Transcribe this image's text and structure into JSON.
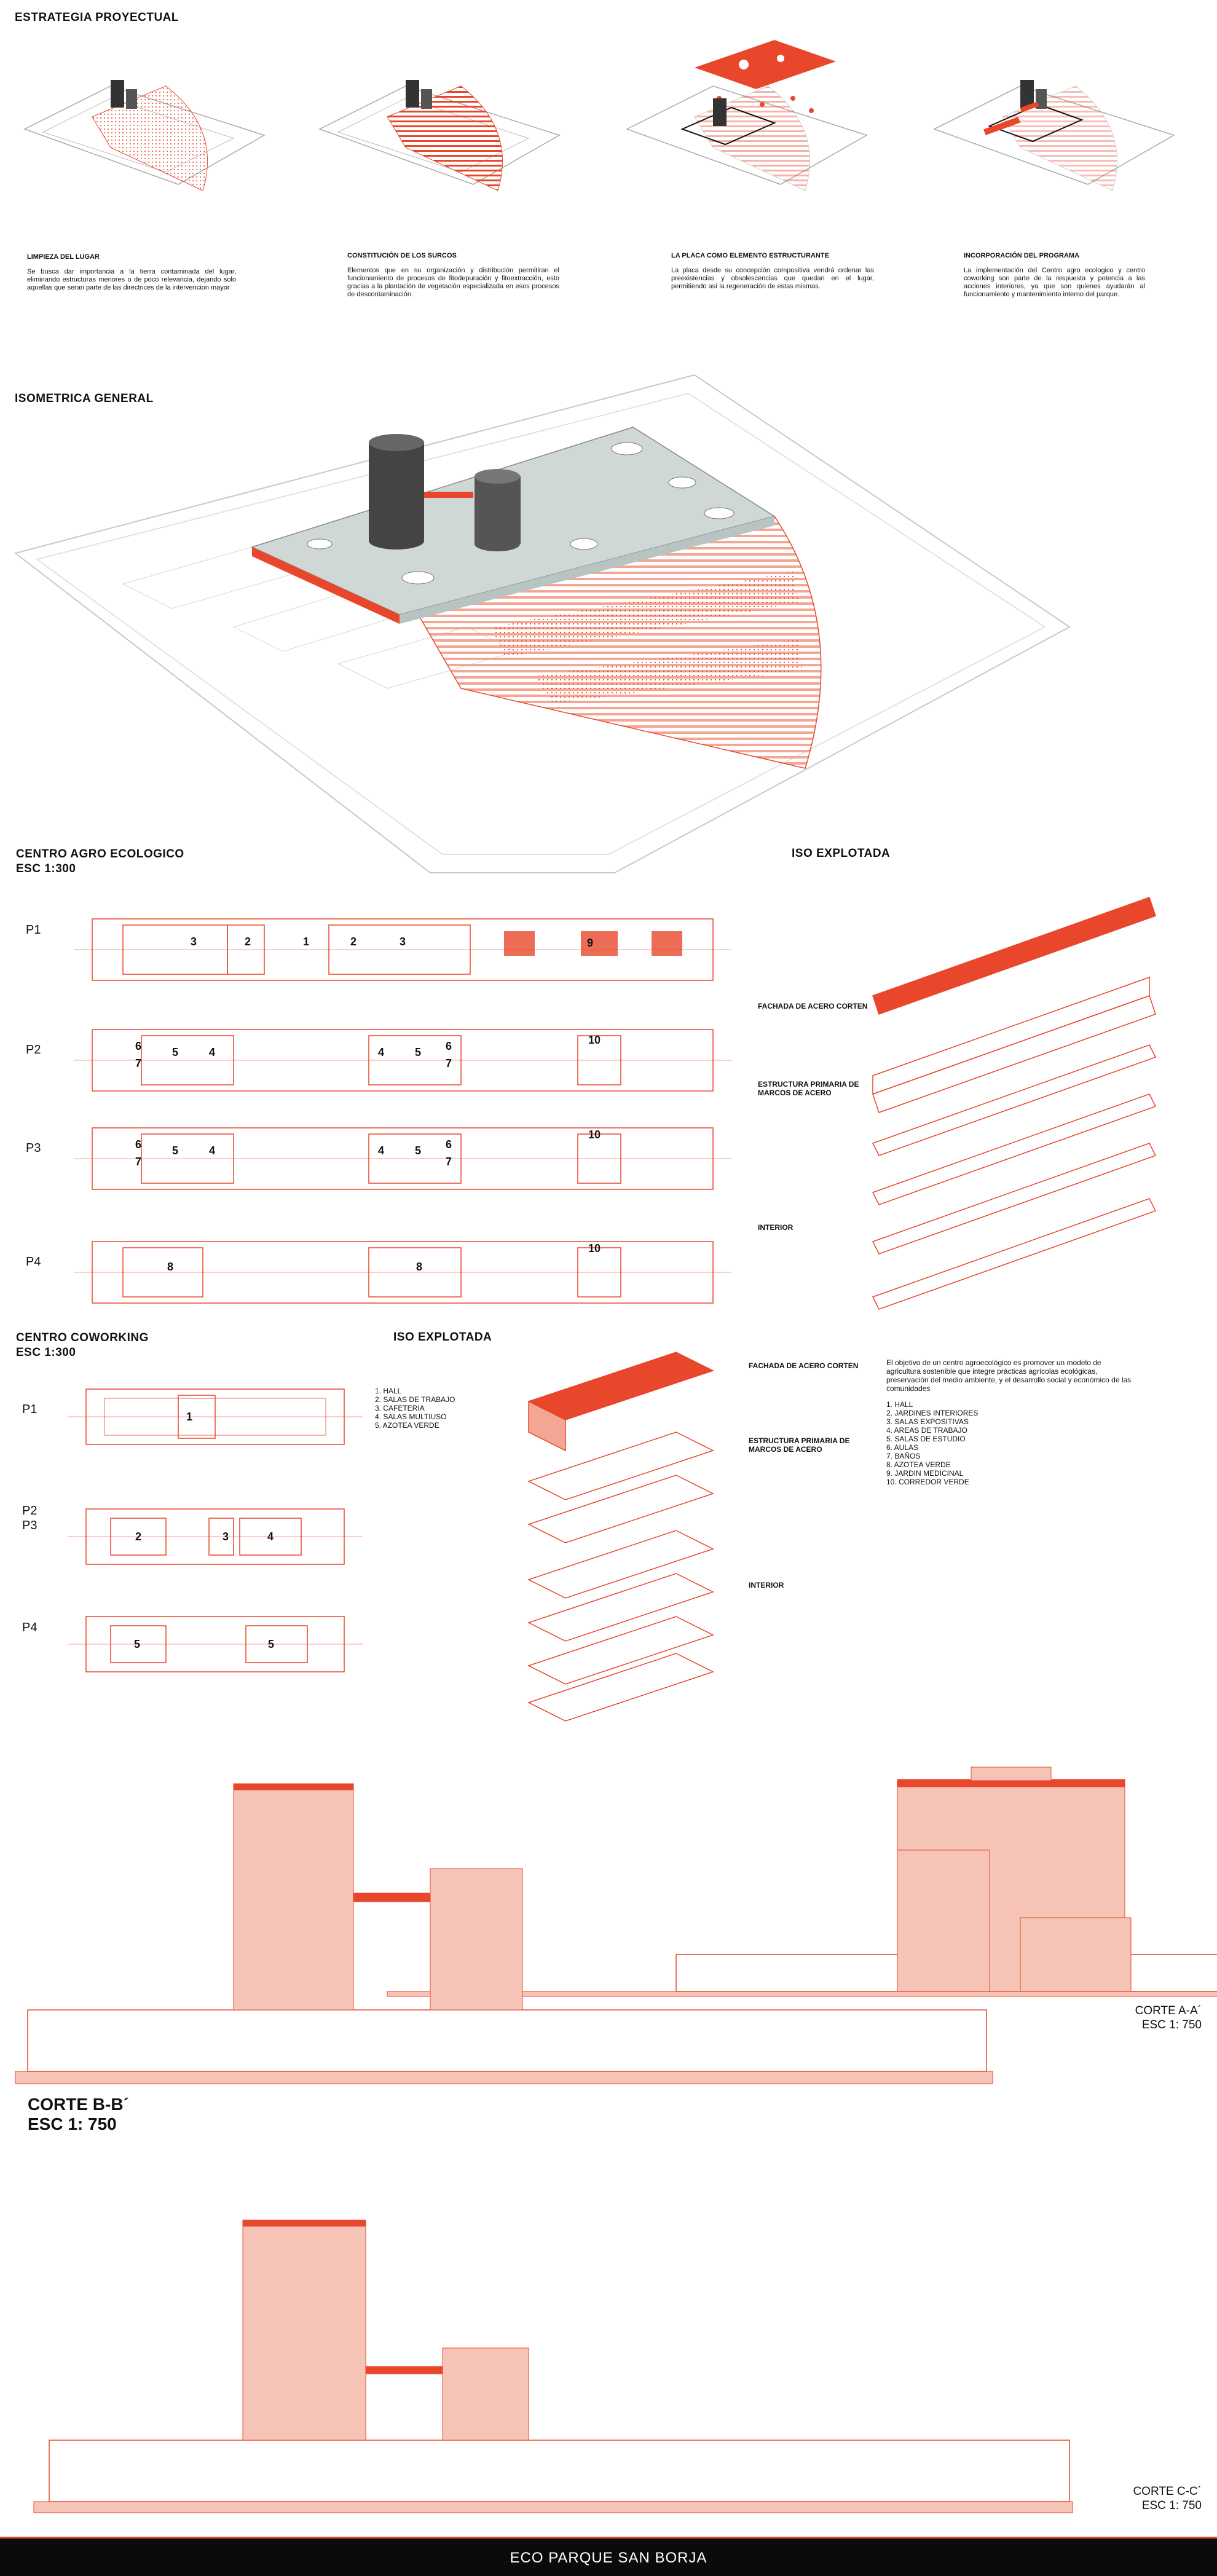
{
  "strategy": {
    "title": "ESTRATEGIA PROYECTUAL",
    "panels": [
      {
        "heading": "LIMPIEZA DEL LUGAR",
        "text": "Se busca dar importancia a la tierra contaminada del lugar, eliminando estructuras menores o de poco relevancia, dejando solo aquellas que seran parte de las directrices de la intervencion mayor"
      },
      {
        "heading": "CONSTITUCIÓN DE LOS SURCOS",
        "text": "Elementos que en su organización y distribución permitiran el funcionamiento de procesos de fitodepuración y fitoextracción, esto gracias a la plantación de vegetación especializada en esos procesos de descontaminación."
      },
      {
        "heading": "LA PLACA COMO ELEMENTO ESTRUCTURANTE",
        "text": "La placa desde su concepción compositiva vendrá ordenar las preexistencias y obsolescencias que quedan en el lugar, permitiendo así la regeneración de estas mismas."
      },
      {
        "heading": "INCORPORACIÓN DEL PROGRAMA",
        "text": "La implementación del Centro agro ecologico y centro coworking son parte de la respuesta y potencia a las acciones interiores, ya que son quienes ayudarán al funcionamiento y mantenimiento interno del parque."
      }
    ]
  },
  "isometric": {
    "title": "ISOMETRICA GENERAL"
  },
  "agro": {
    "title_line1": "CENTRO AGRO ECOLOGICO",
    "title_line2": "ESC 1:300",
    "floors": [
      "P1",
      "P2",
      "P3",
      "P4"
    ],
    "iso_title": "ISO EXPLOTADA",
    "captions": {
      "facade": "FACHADA DE ACERO CORTEN",
      "structure_line1": "ESTRUCTURA PRIMARIA DE",
      "structure_line2": "MARCOS DE ACERO",
      "interior": "INTERIOR"
    },
    "room_numbers": {
      "p1": [
        "3",
        "2",
        "1",
        "2",
        "3",
        "9"
      ],
      "p2": [
        "6",
        "5",
        "7",
        "4",
        "4",
        "5",
        "6",
        "7",
        "10"
      ],
      "p3": [
        "6",
        "5",
        "7",
        "4",
        "4",
        "5",
        "6",
        "7",
        "10"
      ],
      "p4": [
        "8",
        "8",
        "10"
      ]
    }
  },
  "cowork": {
    "title_line1": "CENTRO COWORKING",
    "title_line2": "ESC 1:300",
    "floors": [
      "P1",
      "P2",
      "P3",
      "P4"
    ],
    "iso_title": "ISO EXPLOTADA",
    "legend": [
      "1. HALL",
      "2. SALAS DE TRABAJO",
      "3. CAFETERIA",
      "4. SALAS MULTIUSO",
      "5. AZOTEA VERDE"
    ],
    "captions": {
      "facade": "FACHADA DE ACERO CORTEN",
      "structure_line1": "ESTRUCTURA PRIMARIA DE",
      "structure_line2": "MARCOS DE ACERO",
      "interior": "INTERIOR"
    },
    "room_numbers": {
      "p1": [
        "1"
      ],
      "p23": [
        "2",
        "3",
        "4"
      ],
      "p4": [
        "5",
        "5"
      ]
    }
  },
  "program": {
    "paragraph": "El objetivo de un centro agroecológico es promover un modelo de agricultura sostenible que integre prácticas agrícolas ecológicas, preservación del medio ambiente, y el desarrollo social y económico de las comunidades",
    "items": [
      "1. HALL",
      "2. JARDINES INTERIORES",
      "3. SALAS EXPOSITIVAS",
      "4. AREAS DE TRABAJO",
      "5. SALAS DE ESTUDIO",
      "6. AULAS",
      "7. BAÑOS",
      "8. AZOTEA VERDE",
      "9. JARDIN MEDICINAL",
      "10. CORREDOR VERDE"
    ]
  },
  "sections": {
    "aa_line1": "CORTE A-A´",
    "aa_line2": "ESC 1: 750",
    "bb_line1": "CORTE B-B´",
    "bb_line2": "ESC 1: 750",
    "cc_line1": "CORTE C-C´",
    "cc_line2": "ESC 1: 750"
  },
  "footer": {
    "title": "ECO PARQUE SAN BORJA"
  },
  "colors": {
    "accent": "#e8472b",
    "light_accent": "#f6c4b6",
    "placa": "#cfd8d6",
    "footer": "#0b0b0b"
  }
}
